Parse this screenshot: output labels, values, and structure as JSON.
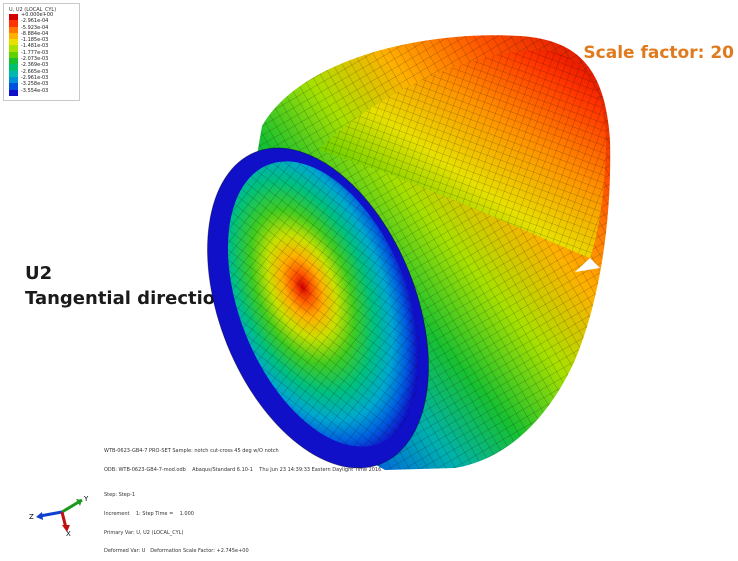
{
  "legend": {
    "title": "U, U2 (LOCAL_CYL)",
    "values": [
      "+0.000e+00",
      "-2.961e-04",
      "-5.923e-04",
      "-8.884e-04",
      "-1.185e-03",
      "-1.481e-03",
      "-1.777e-03",
      "-2.073e-03",
      "-2.369e-03",
      "-2.665e-03",
      "-2.961e-03",
      "-3.258e-03",
      "-3.554e-03"
    ],
    "colors": [
      "#d40000",
      "#ff3300",
      "#ff7700",
      "#ffb000",
      "#e8e000",
      "#a8e000",
      "#60d000",
      "#18c030",
      "#00c070",
      "#00b8b0",
      "#0090d8",
      "#0050e0",
      "#1010c8"
    ]
  },
  "scale_factor_label": "Scale factor: 20",
  "annotation": {
    "line1": "U2",
    "line2": "Tangential direction"
  },
  "odb_info": {
    "line1": "WTB-0623-GB4-7 PRO-SET Sample: notch cut-cross 45 deg w/O notch",
    "line2": "ODB: WTB-0623-GB4-7-mod.odb    Abaqus/Standard 6.10-1    Thu Jun 23 14:39:33 Eastern Daylight Time 2016"
  },
  "step_info": {
    "line1": "Step: Step-1",
    "line2": "Increment    1: Step Time =    1.000",
    "line3": "Primary Var: U, U2 (LOCAL_CYL)",
    "line4": "Deformed Var: U   Deformation Scale Factor: +2.745e+00"
  },
  "triad": {
    "y": "Y",
    "z": "Z",
    "x": "X"
  },
  "colors": {
    "accent_orange": "#e07a1f",
    "max_red": "#d40000",
    "min_blue": "#1010c8"
  }
}
